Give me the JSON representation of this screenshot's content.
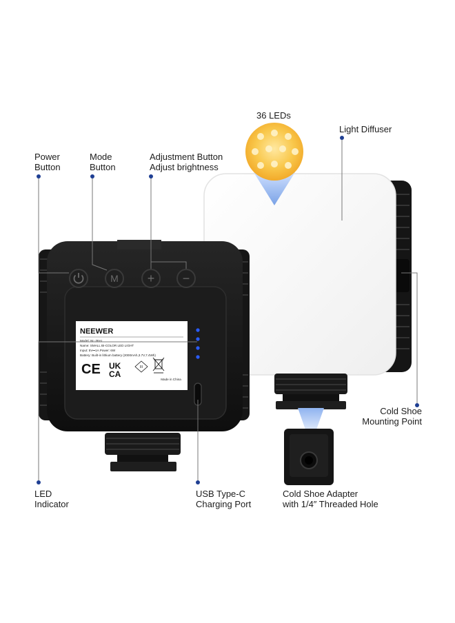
{
  "callouts": {
    "power_button": "Power\nButton",
    "mode_button": "Mode\nButton",
    "adjustment_button": "Adjustment Button\nAdjust brightness",
    "leds": "36 LEDs",
    "light_diffuser": "Light Diffuser",
    "cold_shoe_mounting": "Cold Shoe\nMounting Point",
    "led_indicator": "LED\nIndicator",
    "usb_port": "USB Type-C\nCharging Port",
    "cold_shoe_adapter": "Cold Shoe Adapter\nwith 1/4″ Threaded Hole"
  },
  "product_label": {
    "brand": "NEEWER",
    "model": "Model: NL-36AI",
    "name": "Name: SMALL BI-COLOR LED LIGHT",
    "input": "Input: 5V⎓1A      Power: 6W",
    "battery": "Battery: Built-in lithium battery (2000mAh,3.7V,7.4Wh)",
    "ce": "CE",
    "ukca_top": "UK",
    "ukca_bottom": "CA",
    "class_mark": "III",
    "made_in": "Made in China"
  },
  "buttons": {
    "power_icon": "power-icon",
    "mode_glyph": "M",
    "plus_glyph": "+",
    "minus_glyph": "−"
  },
  "colors": {
    "callout_dot": "#1f3f93",
    "led_indicator": "#2a5cff",
    "led_glow": "#f7c24a",
    "body": "#141414",
    "diffuser": "#fbfbfb"
  }
}
